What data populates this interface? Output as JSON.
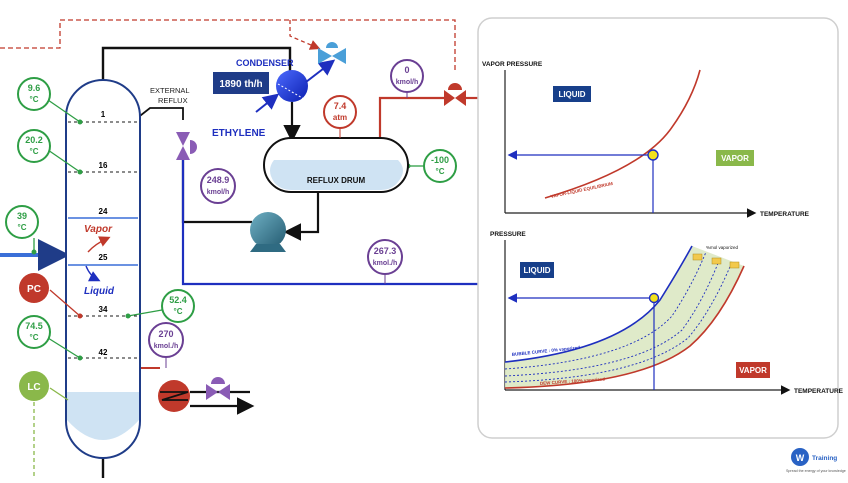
{
  "column": {
    "trays": [
      "1",
      "16",
      "24",
      "25",
      "34",
      "42"
    ],
    "vapor": "Vapor",
    "liquid": "Liquid"
  },
  "temps": [
    {
      "value": "9.6",
      "unit": "°C"
    },
    {
      "value": "20.2",
      "unit": "°C"
    },
    {
      "value": "39",
      "unit": "°C"
    },
    {
      "value": "74.5",
      "unit": "°C"
    },
    {
      "value": "52.4",
      "unit": "°C"
    },
    {
      "value": "-100",
      "unit": "°C"
    }
  ],
  "controllers": {
    "pc": "PC",
    "lc": "LC"
  },
  "condenser": {
    "label": "CONDENSER",
    "duty": "1890 th/h",
    "coolant": "ETHYLENE"
  },
  "external_reflux": {
    "line1": "EXTERNAL",
    "line2": "REFLUX"
  },
  "reflux_drum": {
    "label": "REFLUX DRUM"
  },
  "flows": [
    {
      "value": "0",
      "unit": "kmol/h"
    },
    {
      "value": "7.4",
      "unit": "atm"
    },
    {
      "value": "248.9",
      "unit": "kmol/h"
    },
    {
      "value": "267.3",
      "unit": "kmol./h"
    },
    {
      "value": "270",
      "unit": "kmol./h"
    }
  ],
  "chart_data": [
    {
      "type": "line",
      "title": "",
      "ylabel": "VAPOR PRESSURE",
      "xlabel": "TEMPERATURE",
      "regions": [
        "LIQUID",
        "VAPOR"
      ],
      "curve_label": "VAPOR-LIQUID EQUILIBRIUM"
    },
    {
      "type": "area",
      "title": "",
      "ylabel": "PRESSURE",
      "xlabel": "TEMPERATURE",
      "regions": [
        "LIQUID",
        "VAPOR"
      ],
      "bubble_label": "BUBBLE CURVE : 0% vaporized",
      "dew_label": "DEW CURVE : 100% vaporized",
      "note": "%mol vaporized"
    }
  ],
  "logo": {
    "brand": "Training",
    "tagline": "Spread the energy of your knowledge"
  },
  "colors": {
    "green": "#2e9e45",
    "red": "#c0392b",
    "purple": "#6a3f93",
    "blue": "#1e2fbf",
    "dark_blue": "#173f8a"
  }
}
